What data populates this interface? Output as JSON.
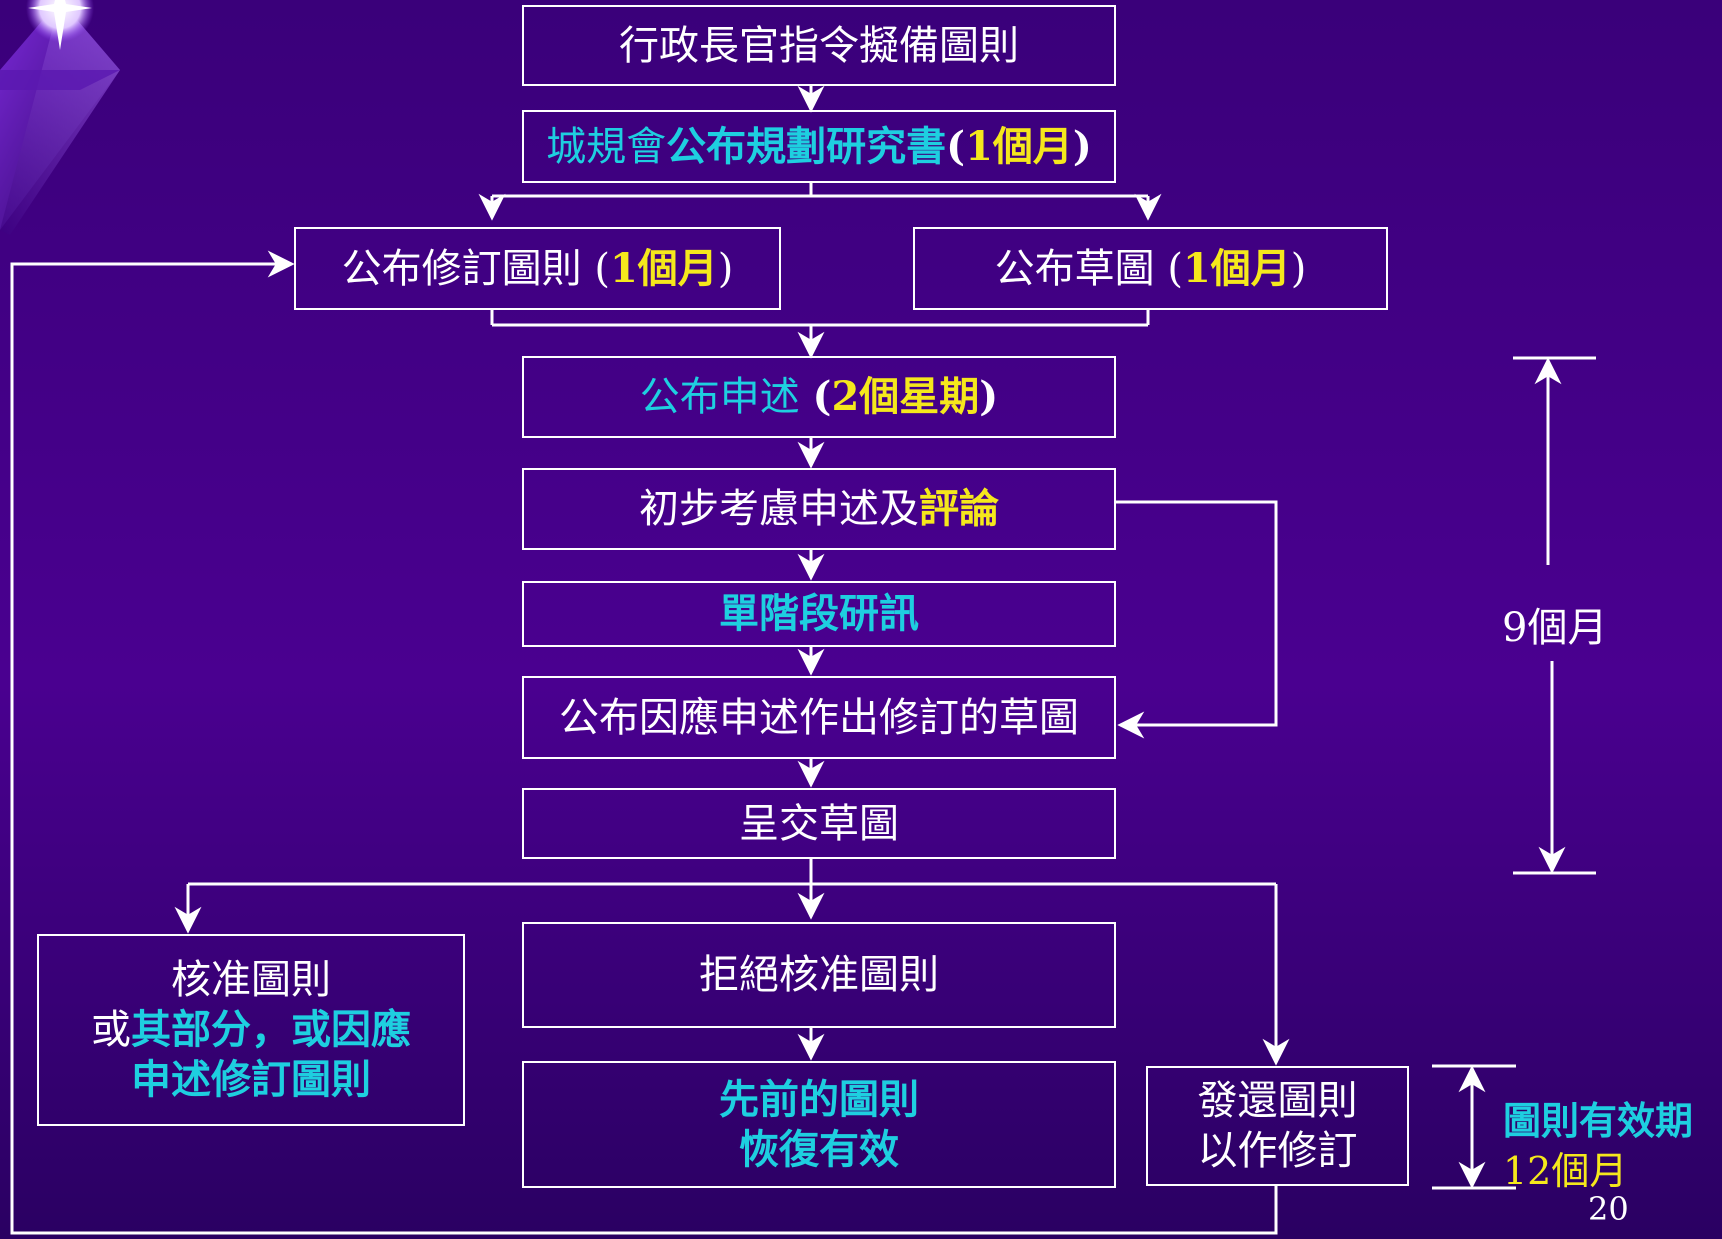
{
  "colors": {
    "background": "#4a0090",
    "cyan": "#1ecfe0",
    "yellow": "#f5e81c",
    "line": "#ffffff"
  },
  "decor": {
    "corner_icon": "purple-gem-star"
  },
  "boxes": {
    "b1": {
      "text": "行政長官指令擬備圖則"
    },
    "b2": {
      "part1": "城規會",
      "part2": "公布規劃研究書",
      "part3": "(",
      "part4": "1個月",
      "part5": ")"
    },
    "b3a": {
      "part1": "公布修訂圖則 (",
      "part2": "1個月",
      "part3": ")"
    },
    "b3b": {
      "part1": "公布草圖 (",
      "part2": "1個月",
      "part3": ")"
    },
    "b4": {
      "part1": "公布申述 ",
      "part2": "(",
      "part3": "2個星期",
      "part4": ")"
    },
    "b5": {
      "part1": "初步考慮申述及",
      "part2": "評論"
    },
    "b6": {
      "text": "單階段研訊"
    },
    "b7": {
      "text": "公布因應申述作出修訂的草圖"
    },
    "b8": {
      "text": "呈交草圖"
    },
    "b9": {
      "line1": "核准圖則",
      "line2_part1": "或",
      "line2_part2": "其部分，或因應",
      "line3": "申述修訂圖則"
    },
    "b10": {
      "text": "拒絕核准圖則"
    },
    "b11": {
      "line1": "先前的圖則",
      "line2": "恢復有效"
    },
    "b12": {
      "line1": "發還圖則",
      "line2": "以作修訂"
    }
  },
  "durations": {
    "nine_months": "9個月",
    "validity_label": "圖則有效期",
    "validity_value": "12個月"
  },
  "page_number": "20"
}
